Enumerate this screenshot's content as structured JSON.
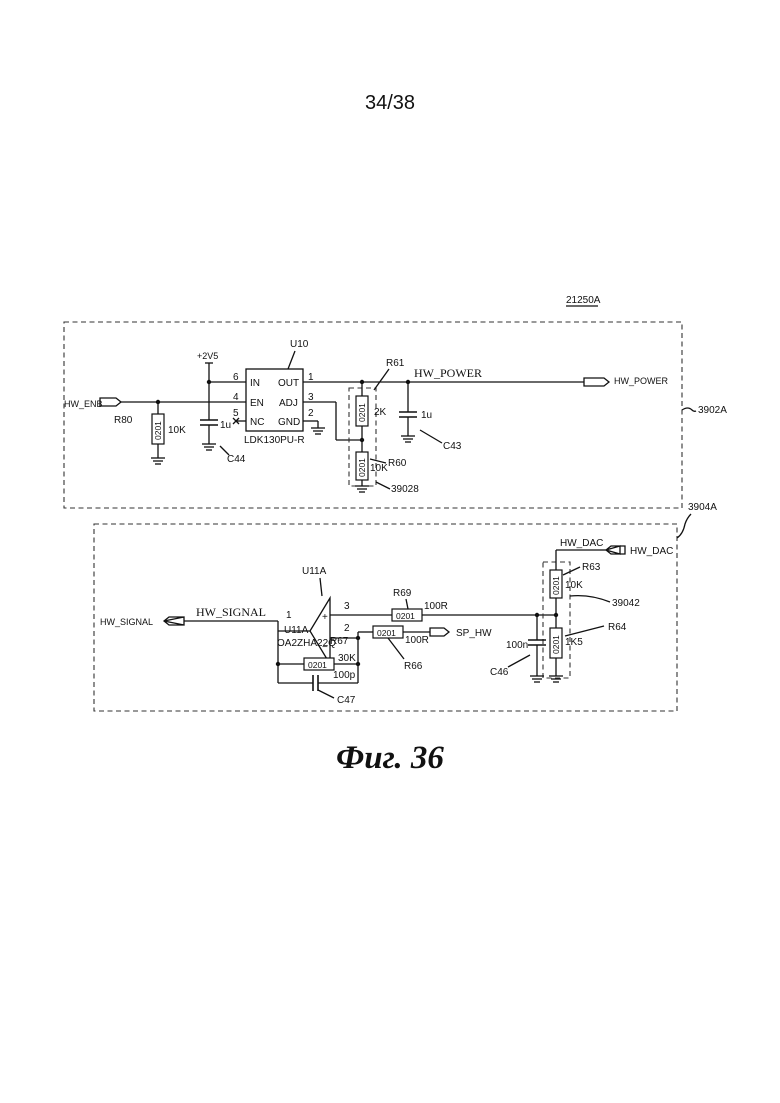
{
  "page": {
    "number": "34/38",
    "figure_caption": "Фиг. 36"
  },
  "blocks": {
    "top_block_ref": "21250A",
    "power_block_ref": "3902A",
    "signal_block_ref": "3904A",
    "r61_r60_group_ref": "39028",
    "r63_r64_group_ref": "39042"
  },
  "nets": {
    "hw_enb": "HW_ENB",
    "v2v5": "+2V5",
    "hw_power": "HW_POWER",
    "hw_power_port": "HW_POWER",
    "hw_signal_port": "HW_SIGNAL",
    "hw_signal": "HW_SIGNAL",
    "hw_dac": "HW_DAC",
    "hw_dac_port": "HW_DAC",
    "sp_hw": "SP_HW"
  },
  "regulator": {
    "ref": "U10",
    "part": "LDK130PU-R",
    "pins": {
      "in": "IN",
      "en": "EN",
      "nc": "NC",
      "out": "OUT",
      "adj": "ADJ",
      "gnd": "GND",
      "n6": "6",
      "n4": "4",
      "n5": "5",
      "n1": "1",
      "n3": "3",
      "n2": "2"
    }
  },
  "opamp": {
    "ref_top": "U11A",
    "ref_inner": "U11A",
    "part": "OA2ZHA22Q",
    "pin_out": "1",
    "pin_plus": "3",
    "pin_minus": "2",
    "plus_sign": "+",
    "minus_sign": "−"
  },
  "components": {
    "r80": {
      "ref": "R80",
      "pkg": "0201",
      "value": "10K"
    },
    "c44": {
      "ref": "C44",
      "value": "1u"
    },
    "r61": {
      "ref": "R61",
      "pkg": "0201",
      "value": "2K"
    },
    "r60": {
      "ref": "R60",
      "pkg": "0201",
      "value": "10K"
    },
    "c43": {
      "ref": "C43",
      "value": "1u"
    },
    "r69": {
      "ref": "R69",
      "pkg": "0201",
      "value": "100R"
    },
    "r66": {
      "ref": "R66",
      "pkg": "0201",
      "value": "100R"
    },
    "r67": {
      "ref": "R67",
      "pkg": "0201",
      "value": "30K"
    },
    "c47": {
      "ref": "C47",
      "value": "100p"
    },
    "r63": {
      "ref": "R63",
      "pkg": "0201",
      "value": "10K"
    },
    "r64": {
      "ref": "R64",
      "pkg": "0201",
      "value": "1K5"
    },
    "c46": {
      "ref": "C46",
      "value": "100n"
    }
  }
}
